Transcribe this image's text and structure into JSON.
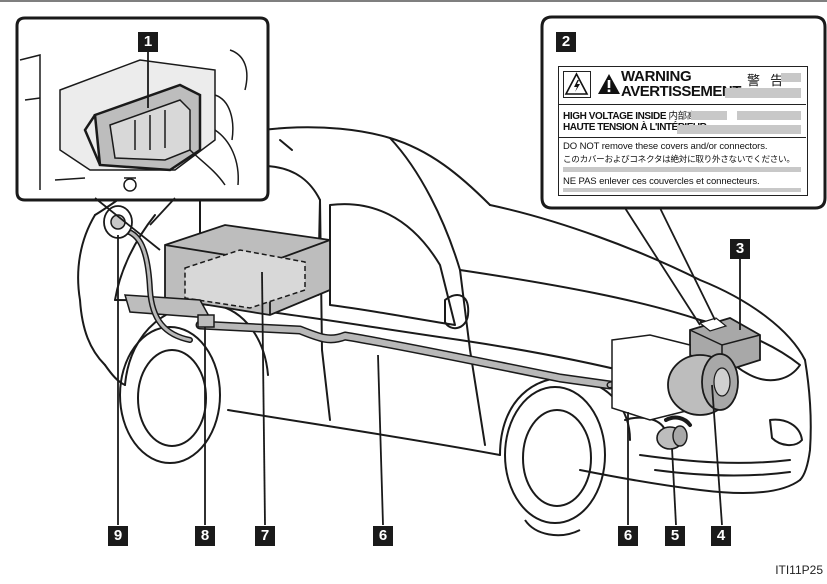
{
  "figure_code": "ITI11P25",
  "callouts": [
    "1",
    "2",
    "3",
    "4",
    "5",
    "6",
    "6",
    "7",
    "8",
    "9"
  ],
  "warning_label": {
    "title": "WARNING",
    "subtitle": "AVERTISSEMENT",
    "title_jp": "警 告",
    "line1_en": "HIGH VOLTAGE INSIDE",
    "line1_jp": "内部高電圧",
    "line2_fr": "HAUTE TENSION À L'INTÉRIEUR",
    "notice_en": "DO NOT remove these covers and/or connectors.",
    "notice_jp": "このカバーおよびコネクタは絶対に取り外さないでください。",
    "notice_fr": "NE PAS enlever ces couvercles et connecteurs."
  },
  "icons": [
    "high-voltage-icon",
    "warning-triangle-icon"
  ],
  "colors": {
    "line": "#1a1a1a",
    "cable": "#b8b8b8",
    "component": "#bdbdbd",
    "callout_bg": "#1a1a1a"
  }
}
